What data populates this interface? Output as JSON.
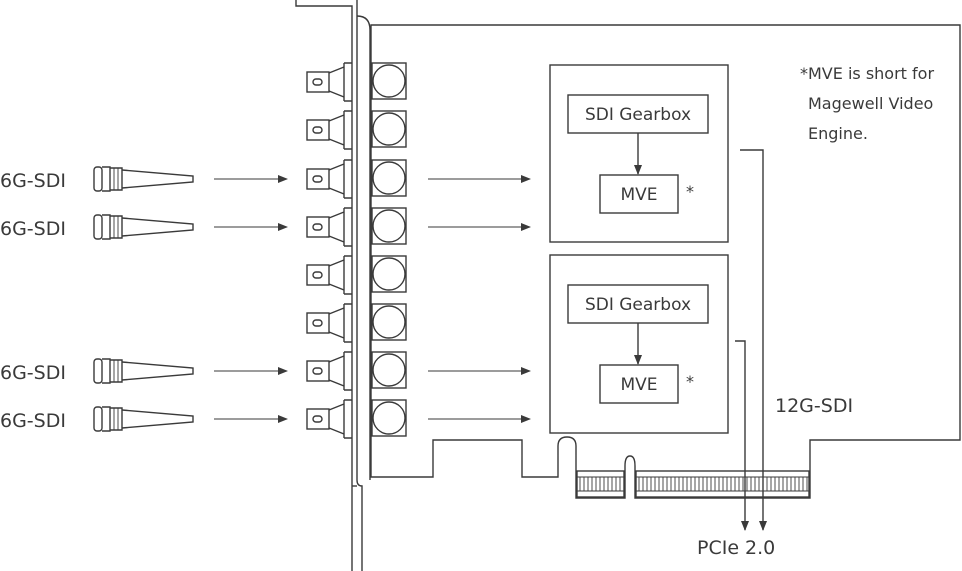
{
  "colors": {
    "stroke": "#3a3a3a",
    "text": "#3a3a3a",
    "background": "#ffffff"
  },
  "cables": [
    {
      "label": "6G-SDI"
    },
    {
      "label": "6G-SDI"
    },
    {
      "label": "6G-SDI"
    },
    {
      "label": "6G-SDI"
    }
  ],
  "engines": [
    {
      "gearbox_label": "SDI Gearbox",
      "mve_label": "MVE",
      "asterisk": "*"
    },
    {
      "gearbox_label": "SDI Gearbox",
      "mve_label": "MVE",
      "asterisk": "*"
    }
  ],
  "note": {
    "lines": [
      "*MVE is short for",
      "Magewell Video",
      "Engine."
    ]
  },
  "output_label": "12G-SDI",
  "bus_label": "PCIe 2.0"
}
